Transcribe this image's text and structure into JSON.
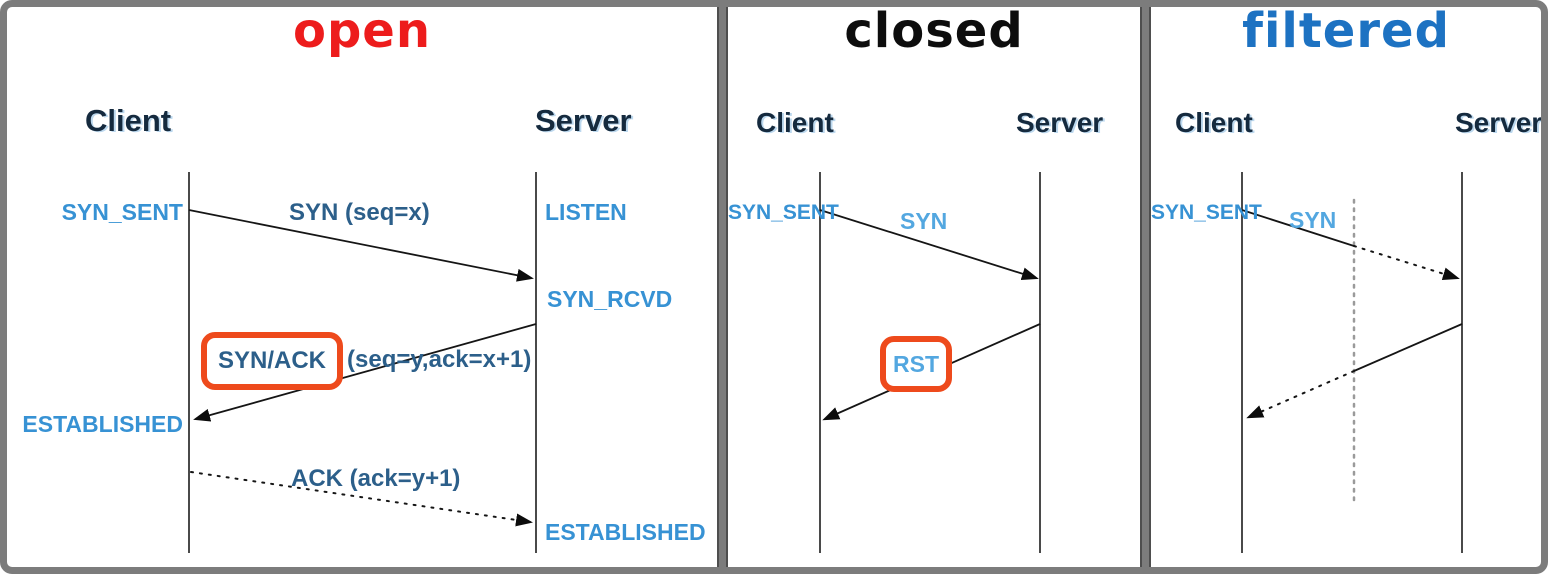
{
  "panels": [
    {
      "title": "open",
      "client": "Client",
      "server": "Server",
      "labels": {
        "client_state_1": "SYN_SENT",
        "server_state_1": "LISTEN",
        "server_state_2": "SYN_RCVD",
        "client_state_2": "ESTABLISHED",
        "server_state_3": "ESTABLISHED"
      },
      "messages": {
        "syn": "SYN (seq=x)",
        "synack_boxed": "SYN/ACK",
        "synack_params": "(seq=y,ack=x+1)",
        "ack": "ACK (ack=y+1)"
      }
    },
    {
      "title": "closed",
      "client": "Client",
      "server": "Server",
      "labels": {
        "client_state_1": "SYN_SENT"
      },
      "messages": {
        "syn": "SYN",
        "rst_boxed": "RST"
      }
    },
    {
      "title": "filtered",
      "client": "Client",
      "server": "Server",
      "labels": {
        "client_state_1": "SYN_SENT"
      },
      "messages": {
        "syn": "SYN"
      }
    }
  ],
  "colors": {
    "open_title": "#ed1c1c",
    "closed_title": "#0d0d0d",
    "filtered_title": "#1d72c2",
    "actor_text": "#152a3e",
    "state_label": "#3792d4",
    "message_dark": "#2c5f8a",
    "message_light": "#53a7e0",
    "highlight_box": "#ee4a1c",
    "frame_border": "#7c7c7c"
  }
}
